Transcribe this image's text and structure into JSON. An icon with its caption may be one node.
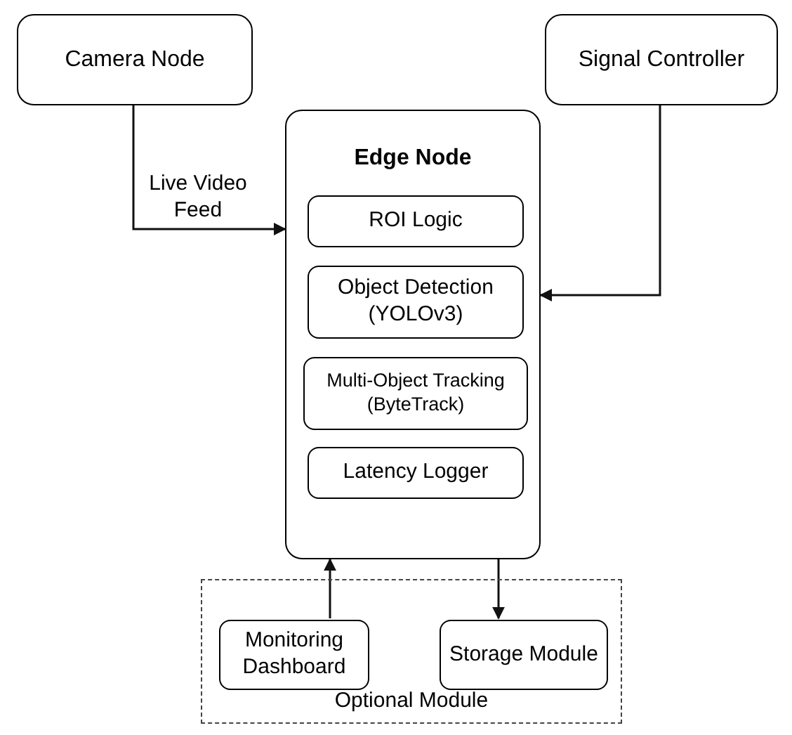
{
  "diagram": {
    "nodes": [
      {
        "text": [
          "Camera Node"
        ]
      },
      {
        "text": [
          "Signal Controller"
        ]
      },
      {
        "text": [
          "Edge Node"
        ]
      },
      {
        "text": [
          "ROI Logic"
        ],
        "in": 2
      },
      {
        "text": [
          "Object Detection (YOLOv3)"
        ],
        "in": 2
      },
      {
        "text": [
          "Multi-Object Tracking (ByteTrack)"
        ],
        "in": 2
      },
      {
        "text": [
          "Latency Logger"
        ],
        "in": 2
      },
      {
        "text": [
          "Optional Module"
        ]
      },
      {
        "text": [
          "Monitoring Dashboard"
        ],
        "in": 7
      },
      {
        "text": [
          "Storage Module"
        ],
        "in": 7
      }
    ],
    "edges": [
      {
        "from": 0,
        "to": 2,
        "arrow": "to",
        "label": "Live Video Feed"
      },
      {
        "from": 1,
        "to": 2,
        "arrow": "to"
      },
      {
        "from": 8,
        "to": 2,
        "arrow": "to"
      },
      {
        "from": 2,
        "to": 9,
        "arrow": "to"
      }
    ]
  }
}
